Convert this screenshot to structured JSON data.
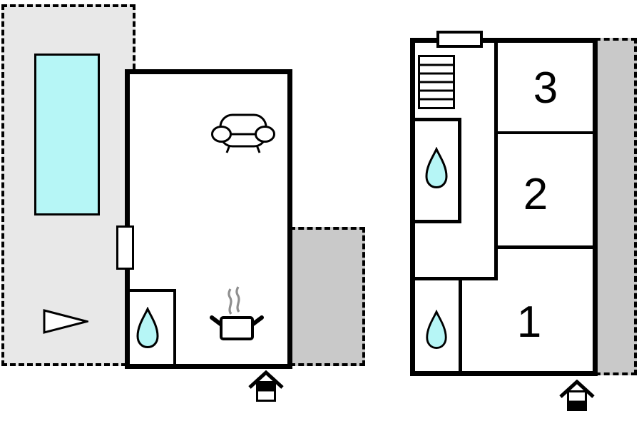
{
  "colors": {
    "terrace_light": "#e8e8e8",
    "terrace_dark": "#c9c9c9",
    "water": "#b6f6f6",
    "line": "#000000",
    "steam": "#8f8f8f"
  },
  "ground_floor": {
    "icons": [
      "pool",
      "direction-arrow",
      "door",
      "sofa",
      "water-drop",
      "cooking-pot",
      "entrance-house"
    ],
    "entrance_variant": "top-filled"
  },
  "upper_floor": {
    "rooms": [
      {
        "number": "1"
      },
      {
        "number": "2"
      },
      {
        "number": "3"
      }
    ],
    "icons": [
      "window",
      "stairs",
      "water-drop",
      "water-drop",
      "entrance-house"
    ],
    "entrance_variant": "bottom-filled"
  }
}
